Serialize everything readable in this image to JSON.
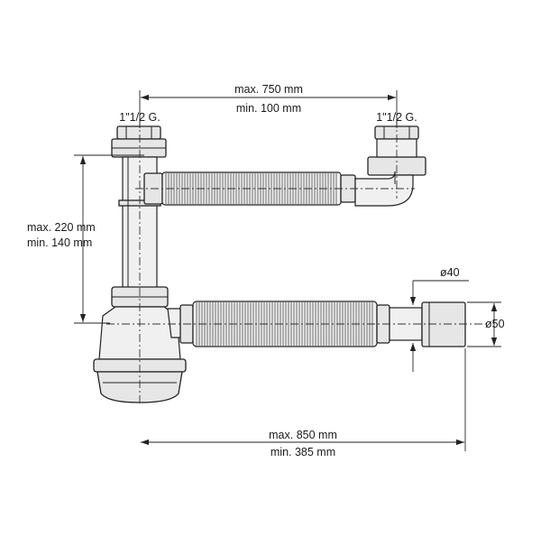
{
  "labels": {
    "top_max": "max. 750 mm",
    "top_min": "min.  100 mm",
    "thread_left": "1\"1/2 G.",
    "thread_right": "1\"1/2 G.",
    "side_max": "max. 220 mm",
    "side_min": "min.  140 mm",
    "dia_small": "ø40",
    "dia_large": "ø50",
    "bottom_max": "max. 850 mm",
    "bottom_min": "min.  385 mm"
  },
  "colors": {
    "line": "#222222",
    "fill": "#e6e6e6",
    "background": "#ffffff"
  }
}
